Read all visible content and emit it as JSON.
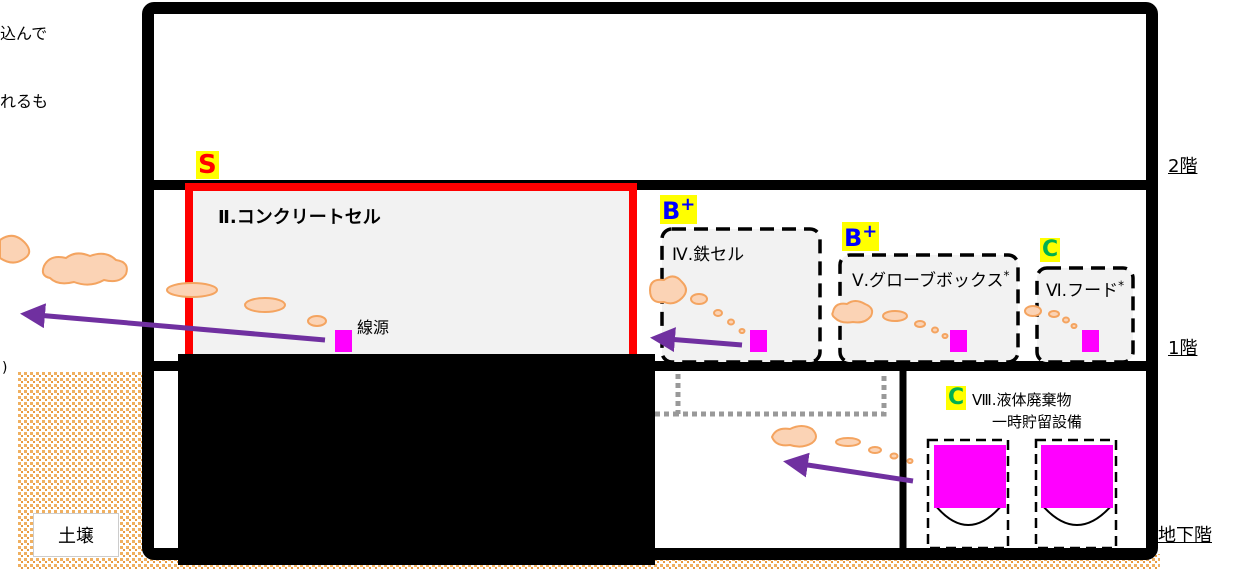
{
  "colors": {
    "structure": "#000000",
    "concrete_cell": "#ff0000",
    "room_fill": "#f2f2f2",
    "source": "#ff00ff",
    "plume_fill": "#fbd3b5",
    "plume_stroke": "#f4a460",
    "arrow": "#7030a0",
    "soil": "#f0b060",
    "badge_bg": "#ffff00",
    "badge_blue": "#0000ff",
    "badge_red": "#ff0000",
    "badge_green": "#00b050"
  },
  "left_text": {
    "line1": "込んで",
    "line2": "れるも",
    "paren": ")"
  },
  "floors": {
    "second": "2階",
    "first": "1階",
    "basement": "地下階"
  },
  "soil_label": "土壌",
  "rooms": {
    "concrete_cell": {
      "badge": "S",
      "label": "Ⅱ.コンクリートセル",
      "source_label": "線源"
    },
    "iron_cell": {
      "badge": "B",
      "badge_sup": "+",
      "label": "Ⅳ.鉄セル"
    },
    "glovebox": {
      "badge": "B",
      "badge_sup": "+",
      "label": "Ⅴ.グローブボックス",
      "asterisk": "*"
    },
    "hood": {
      "badge": "C",
      "label": "Ⅵ.フード",
      "asterisk": "*"
    },
    "liquid_waste": {
      "badge": "C",
      "label_line1": "Ⅷ.液体廃棄物",
      "label_line2": "一時貯留設備"
    }
  }
}
